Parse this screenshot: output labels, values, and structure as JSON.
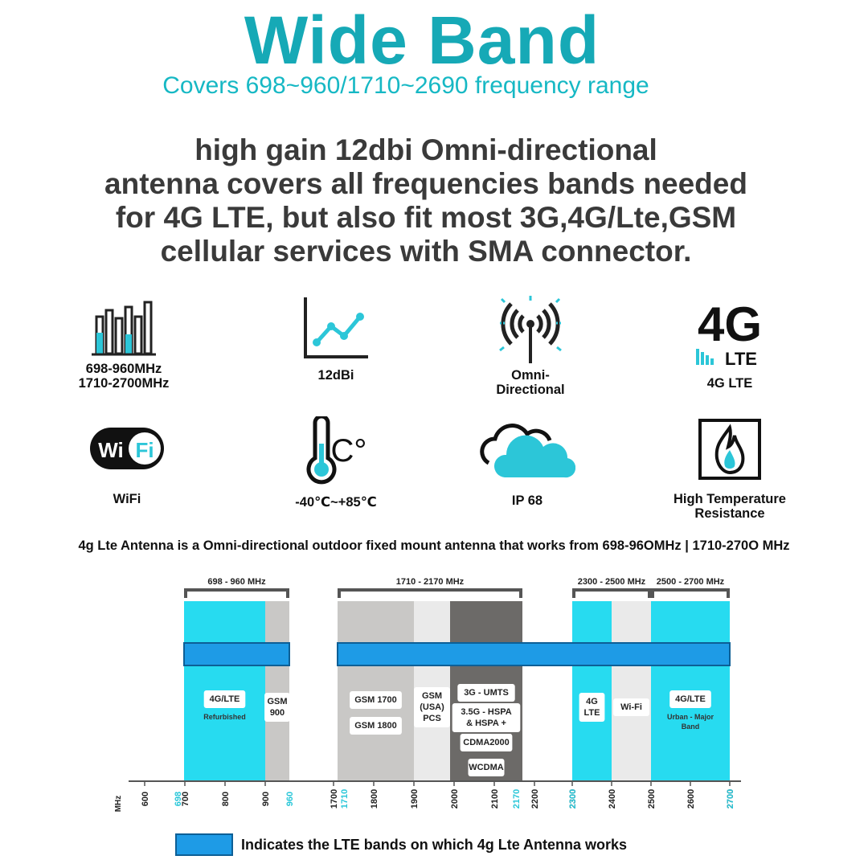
{
  "header": {
    "title": "Wide Band",
    "subtitle": "Covers 698~960/1710~2690 frequency range",
    "description_lines": [
      "high gain 12dbi Omni-directional",
      "antenna covers all frequencies bands needed",
      "for 4G LTE, but also fit most 3G,4G/Lte,GSM",
      "cellular services with SMA connector."
    ]
  },
  "features": [
    {
      "icon": "bar-chart-icon",
      "label_lines": [
        "698-960MHz",
        "1710-2700MHz"
      ]
    },
    {
      "icon": "line-graph-icon",
      "label_lines": [
        "12dBi"
      ]
    },
    {
      "icon": "omni-signal-icon",
      "label_lines": [
        "Omni-",
        "Directional"
      ]
    },
    {
      "icon": "4g-lte-icon",
      "label_lines": [
        "4G LTE"
      ],
      "icon_text": "4G",
      "icon_subtext": "LTE"
    },
    {
      "icon": "wifi-logo-icon",
      "label_lines": [
        "WiFi"
      ],
      "icon_text_a": "Wi",
      "icon_text_b": "Fi"
    },
    {
      "icon": "thermometer-icon",
      "label_lines": [
        "-40℃~+85℃"
      ],
      "icon_text": "C°"
    },
    {
      "icon": "cloud-icon",
      "label_lines": [
        "IP 68"
      ]
    },
    {
      "icon": "flame-icon",
      "label_lines": [
        "High Temperature",
        "Resistance"
      ]
    }
  ],
  "caption": "4g Lte Antenna is a Omni-directional outdoor fixed mount antenna that works from 698-96OMHz | 1710-270O MHz",
  "chart_data": {
    "type": "frequency-band-diagram",
    "axis": {
      "unit": "MHz",
      "ticks": [
        600,
        700,
        800,
        900,
        1700,
        1800,
        1900,
        2000,
        2100,
        2200,
        2300,
        2400,
        2500,
        2600,
        2700
      ],
      "highlight_ticks": [
        698,
        960,
        1710,
        2170,
        2300,
        2700
      ]
    },
    "ranges": [
      {
        "label": "698 - 960 MHz",
        "from": 698,
        "to": 960
      },
      {
        "label": "1710 - 2170 MHz",
        "from": 1710,
        "to": 2170
      },
      {
        "label": "2300 - 2500 MHz",
        "from": 2300,
        "to": 2500
      },
      {
        "label": "2500 - 2700 MHz",
        "from": 2500,
        "to": 2700
      }
    ],
    "bands": [
      {
        "from": 698,
        "to": 900,
        "color": "#27dbf0",
        "labels": [
          "4G/LTE"
        ],
        "note": "Refurbished"
      },
      {
        "from": 900,
        "to": 960,
        "color": "#c9c8c6",
        "labels": [
          "GSM\n900"
        ]
      },
      {
        "from": 1710,
        "to": 1900,
        "color": "#c9c8c6",
        "labels": [
          "GSM 1700",
          "GSM 1800"
        ]
      },
      {
        "from": 1900,
        "to": 1990,
        "color": "#eaeaea",
        "labels": [
          "GSM\n(USA)\nPCS"
        ]
      },
      {
        "from": 1990,
        "to": 2170,
        "color": "#6c6a68",
        "labels": [
          "3G - UMTS",
          "3.5G - HSPA\n& HSPA +",
          "CDMA2000",
          "WCDMA"
        ]
      },
      {
        "from": 2300,
        "to": 2400,
        "color": "#27dbf0",
        "labels": [
          "4G\nLTE"
        ]
      },
      {
        "from": 2400,
        "to": 2500,
        "color": "#eaeaea",
        "labels": [
          "Wi-Fi"
        ]
      },
      {
        "from": 2500,
        "to": 2700,
        "color": "#27dbf0",
        "labels": [
          "4G/LTE"
        ],
        "note": "Urban - Major\nBand"
      }
    ],
    "lte_bars": [
      {
        "from": 698,
        "to": 960
      },
      {
        "from": 1710,
        "to": 2700
      }
    ],
    "legend": "Indicates the LTE bands on which 4g Lte Antenna works",
    "colors": {
      "lte_bar": "#1e9be6",
      "lte_bar_border": "#0d5f96",
      "accent": "#16a9b6"
    }
  }
}
